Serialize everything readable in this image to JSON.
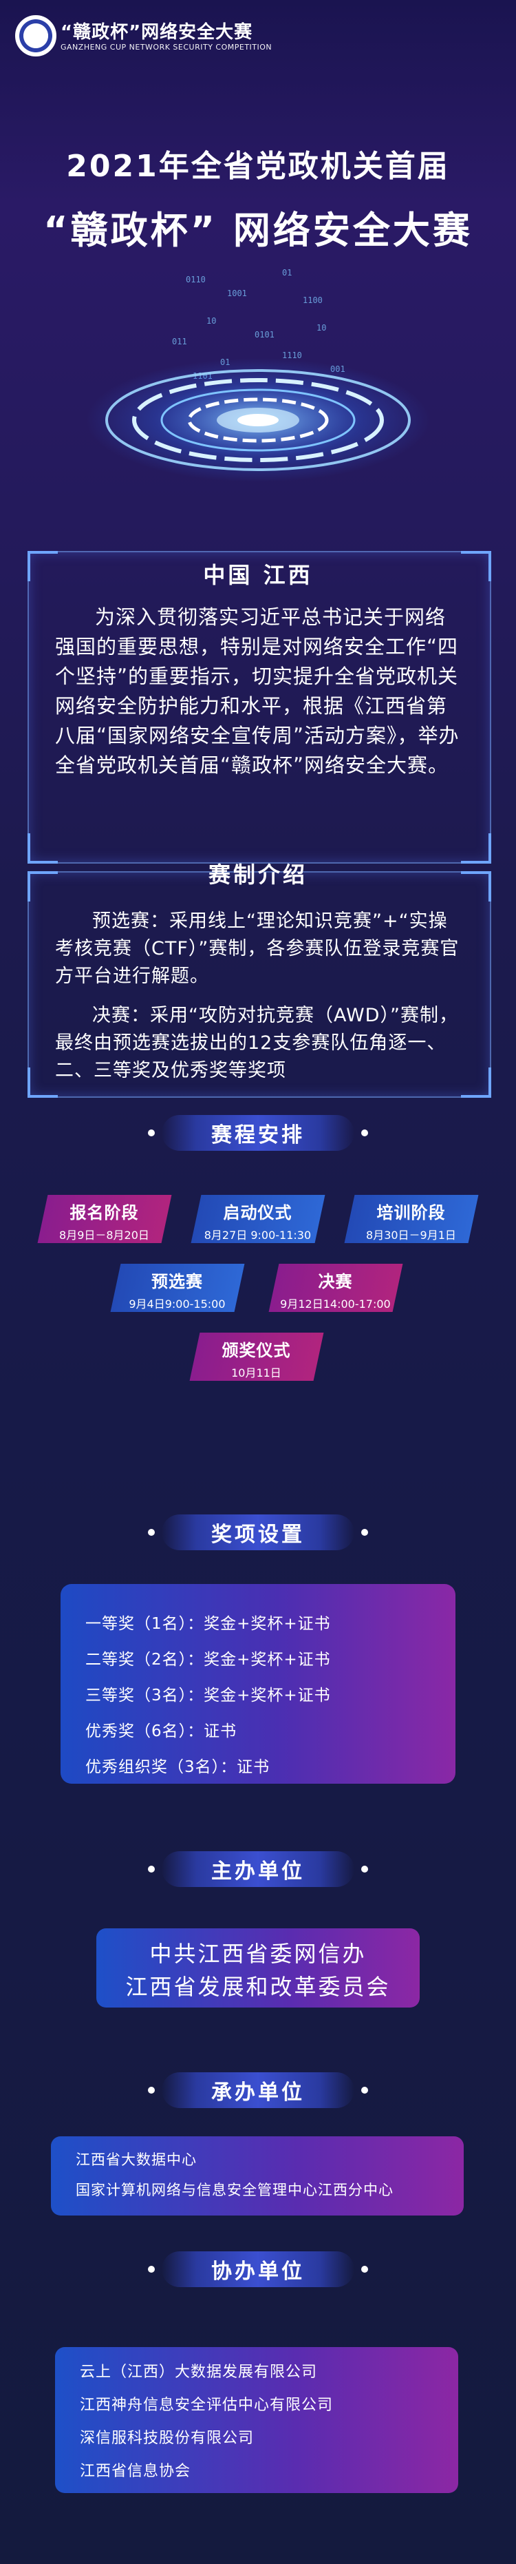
{
  "header": {
    "logo_title": "“赣政杯”网络安全大赛",
    "logo_subtitle": "GANZHENG CUP NETWORK SECURITY COMPETITION"
  },
  "headline": {
    "line1": "2021年全省党政机关首届",
    "line2": "“赣政杯” 网络安全大赛"
  },
  "intro": {
    "title": "中国 江西",
    "paragraph": "为深入贯彻落实习近平总书记关于网络强国的重要思想，特别是对网络安全工作“四个坚持”的重要指示，切实提升全省党政机关网络安全防护能力和水平，根据《江西省第八届“国家网络安全宣传周”活动方案》，举办全省党政机关首届“赣政杯”网络安全大赛。"
  },
  "format": {
    "title": "赛制介绍",
    "prelim": "预选赛：采用线上“理论知识竞赛”+“实操考核竞赛（CTF）”赛制，各参赛队伍登录竞赛官方平台进行解题。",
    "final": "决赛：采用“攻防对抗竞赛（AWD）”赛制，最终由预选赛选拔出的12支参赛队伍角逐一、二、三等奖及优秀奖等奖项"
  },
  "schedule": {
    "title": "赛程安排",
    "items": [
      {
        "name": "报名阶段",
        "date": "8月9日－8月20日"
      },
      {
        "name": "启动仪式",
        "date": "8月27日 9:00-11:30"
      },
      {
        "name": "培训阶段",
        "date": "8月30日－9月1日"
      },
      {
        "name": "预选赛",
        "date": "9月4日9:00-15:00"
      },
      {
        "name": "决赛",
        "date": "9月12日14:00-17:00"
      },
      {
        "name": "颁奖仪式",
        "date": "10月11日"
      }
    ]
  },
  "awards": {
    "title": "奖项设置",
    "rows": [
      "一等奖（1名）：奖金+奖杯+证书",
      "二等奖（2名）：奖金+奖杯+证书",
      "三等奖（3名）：奖金+奖杯+证书",
      "优秀奖（6名）：证书",
      "优秀组织奖（3名）：证书"
    ]
  },
  "host": {
    "title": "主办单位",
    "lines": [
      "中共江西省委网信办",
      "江西省发展和改革委员会"
    ]
  },
  "organizer": {
    "title": "承办单位",
    "lines": [
      "江西省大数据中心",
      "国家计算机网络与信息安全管理中心江西分中心"
    ]
  },
  "coorganizer": {
    "title": "协办单位",
    "lines": [
      "云上（江西）大数据发展有限公司",
      "江西神舟信息安全评估中心有限公司",
      "深信服科技股份有限公司",
      "江西省信息协会"
    ]
  },
  "colors": {
    "bg_top": "#1a1450",
    "pink": "#b1247e",
    "blue": "#2e68d6",
    "frame": "#6fa6ff"
  }
}
